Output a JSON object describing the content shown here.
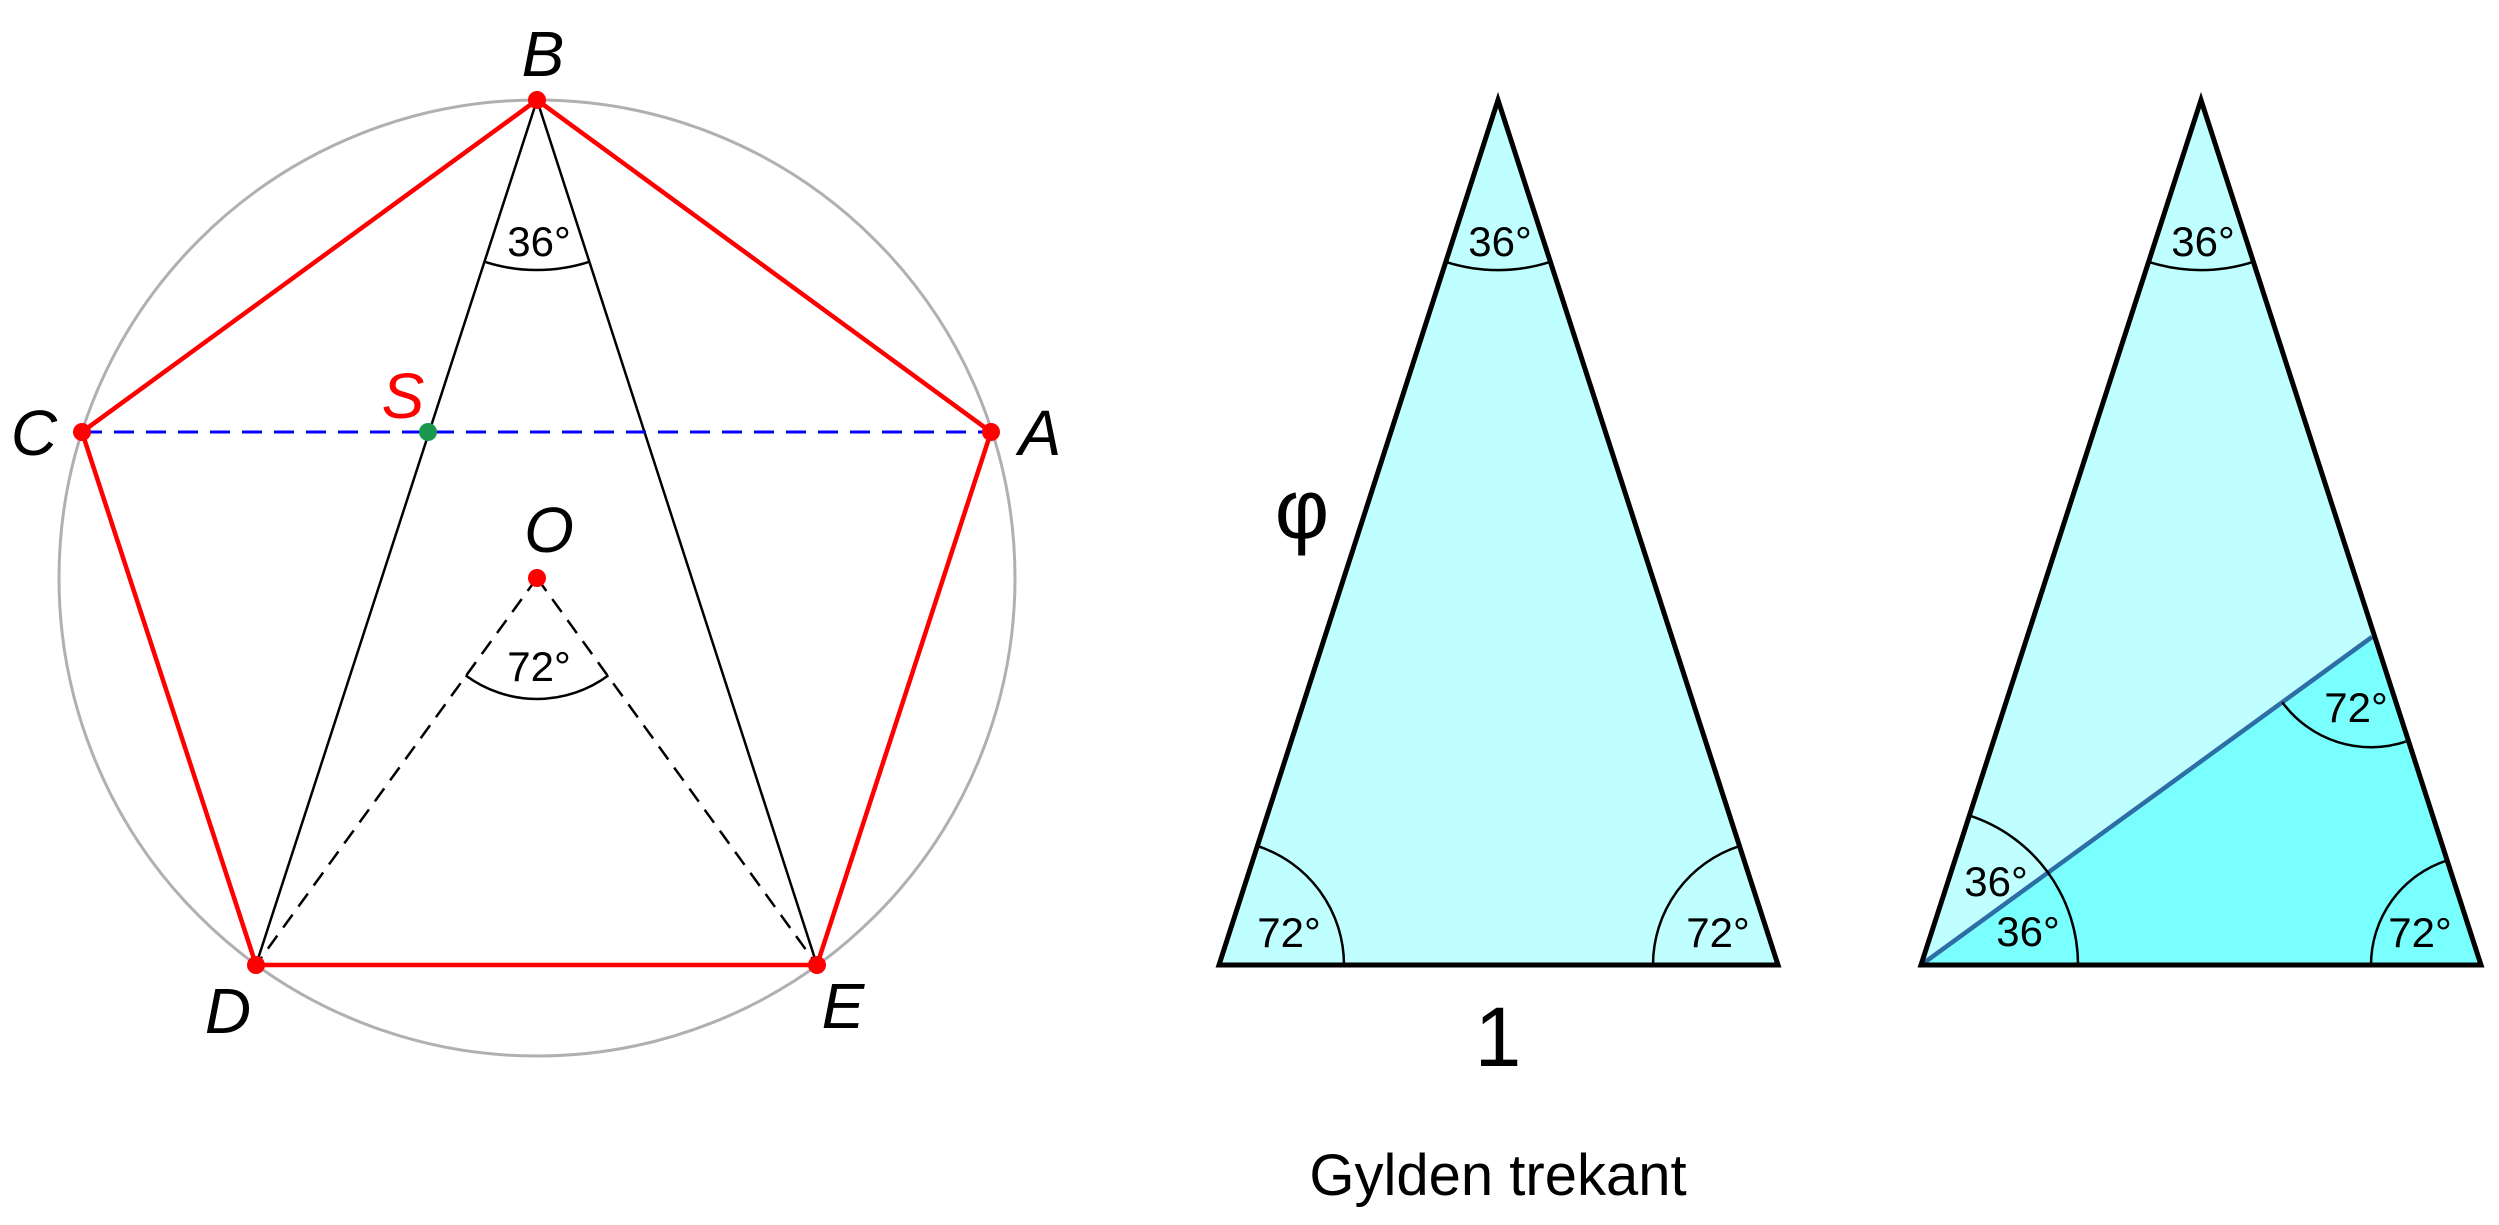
{
  "pentagon": {
    "vertices": {
      "A": "A",
      "B": "B",
      "C": "C",
      "D": "D",
      "E": "E"
    },
    "center": "O",
    "point_s": "S",
    "apex_angle": "36°",
    "center_angle": "72°"
  },
  "golden_triangle": {
    "side_label": "φ",
    "base_label": "1",
    "apex_angle": "36°",
    "left_base_angle": "72°",
    "right_base_angle": "72°",
    "caption": "Gylden trekant"
  },
  "split_triangle": {
    "apex_angle": "36°",
    "inner_angle": "72°",
    "bisected_upper": "36°",
    "bisected_lower": "36°",
    "right_base_angle": "72°"
  },
  "colors": {
    "pentagon_edge": "#ff0000",
    "diagonal_dashed": "#0000ff",
    "circle": "#b0b0b0",
    "point_s": "#1a9850",
    "light_fill": "#c0ffff",
    "dark_fill": "#7affff",
    "bisector": "#2e6ea6"
  }
}
